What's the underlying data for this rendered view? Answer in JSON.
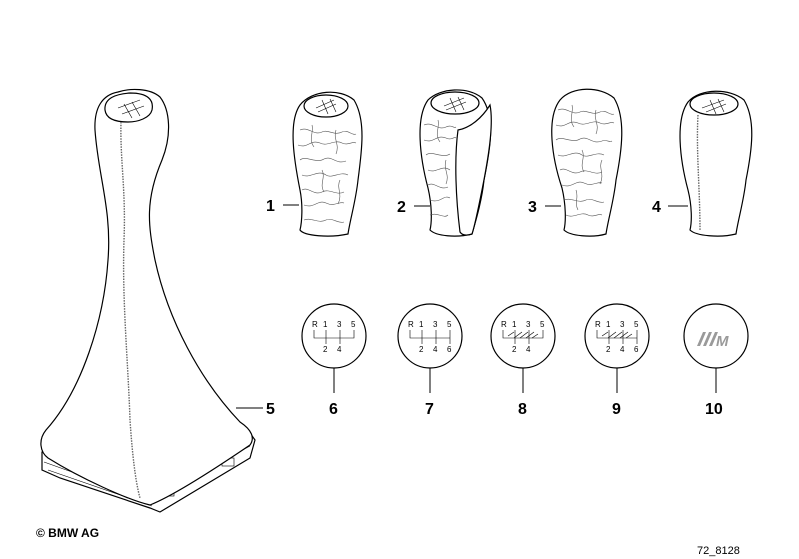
{
  "labels": {
    "p1": "1",
    "p2": "2",
    "p3": "3",
    "p4": "4",
    "p5": "5",
    "p6": "6",
    "p7": "7",
    "p8": "8",
    "p9": "9",
    "p10": "10"
  },
  "emblems": {
    "e6": {
      "top": [
        "R",
        "1",
        "3",
        "5"
      ],
      "bottom": [
        "2",
        "4"
      ]
    },
    "e7": {
      "top": [
        "R",
        "1",
        "3",
        "5"
      ],
      "bottom": [
        "2",
        "4",
        "6"
      ]
    },
    "e8": {
      "top": [
        "R",
        "1",
        "3",
        "5"
      ],
      "bottom": [
        "2",
        "4"
      ]
    },
    "e9": {
      "top": [
        "R",
        "1",
        "3",
        "5"
      ],
      "bottom": [
        "2",
        "4",
        "6"
      ]
    },
    "e10": {
      "logo": "M"
    }
  },
  "footer": {
    "copyright": "© BMW AG",
    "drawing_number": "72_8128"
  }
}
